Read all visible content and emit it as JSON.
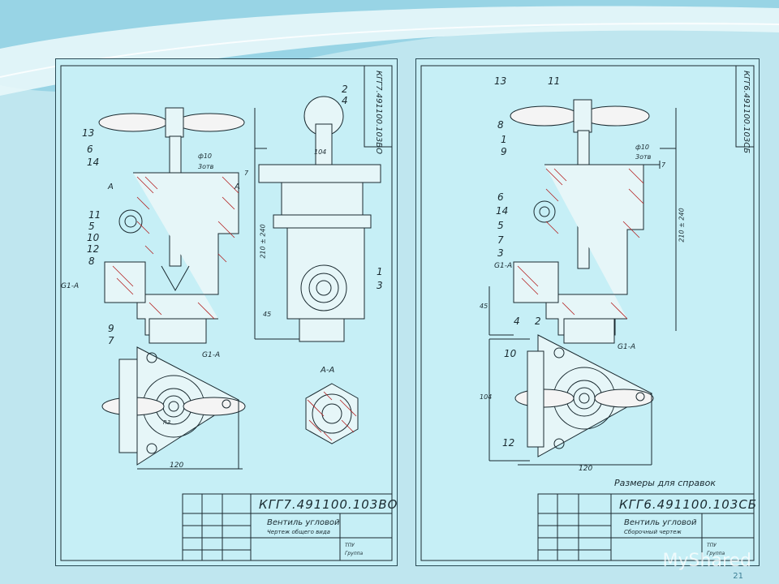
{
  "slide": {
    "number": "21"
  },
  "watermark": {
    "text": "MyShared"
  },
  "left_sheet": {
    "vertical_code": "КГГ7.491100.103ВО",
    "titleblock": {
      "code": "КГГ7.491100.103ВО",
      "name": "Вентиль угловой",
      "subtitle": "Чертеж общего вида",
      "org": "ТПУ",
      "group": "Группа"
    },
    "dims": {
      "d10": "ф10",
      "otv3": "3отв",
      "seven": "7",
      "l104": "104",
      "l210": "210 ± 240",
      "l45": "45",
      "l120": "120",
      "g1a": "G1-A",
      "g1a2": "G1-A",
      "sec": "A-A",
      "a1": "A",
      "a2": "A",
      "r3": "R3"
    },
    "callouts": [
      "2",
      "4",
      "13",
      "6",
      "14",
      "11",
      "5",
      "10",
      "12",
      "8",
      "9",
      "7",
      "1",
      "3"
    ]
  },
  "right_sheet": {
    "vertical_code": "КГГ6.491100.103СБ",
    "note": "Размеры для справок",
    "titleblock": {
      "code": "КГГ6.491100.103СБ",
      "name": "Вентиль угловой",
      "subtitle": "Сборочный чертеж",
      "org": "ТПУ",
      "group": "Группа"
    },
    "dims": {
      "d10": "ф10",
      "otv3": "3отв",
      "seven": "7",
      "l210": "210 ± 240",
      "l45": "45",
      "l104": "104",
      "l120": "120",
      "g1a": "G1-A",
      "g1a2": "G1-A"
    },
    "callouts": [
      "13",
      "11",
      "8",
      "1",
      "9",
      "6",
      "14",
      "5",
      "7",
      "3",
      "4",
      "2",
      "10",
      "12"
    ]
  },
  "colors": {
    "sheet": "#c6eff6",
    "line": "#1a2a30",
    "hatch": "#b32020",
    "background": "#bfe6ef"
  }
}
